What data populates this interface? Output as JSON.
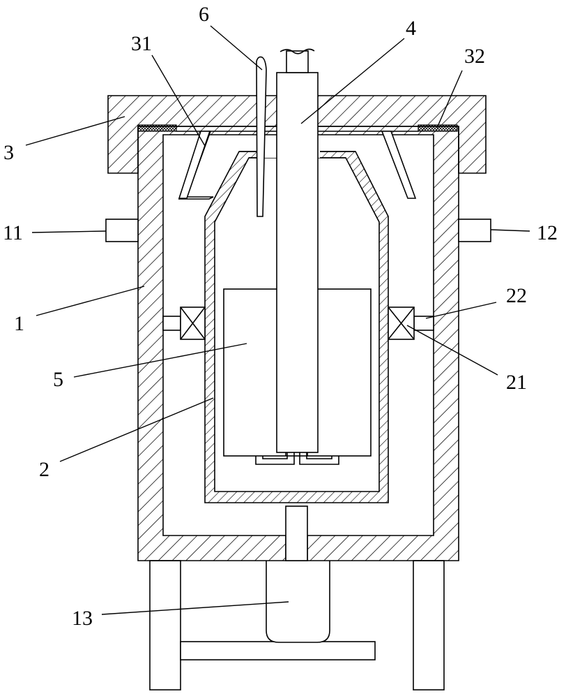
{
  "figure": {
    "type": "patent-schematic-cross-section",
    "labels": {
      "l1": "1",
      "l2": "2",
      "l3": "3",
      "l4": "4",
      "l5": "5",
      "l6": "6",
      "l11": "11",
      "l12": "12",
      "l13": "13",
      "l21": "21",
      "l22": "22",
      "l31": "31",
      "l32": "32"
    }
  }
}
